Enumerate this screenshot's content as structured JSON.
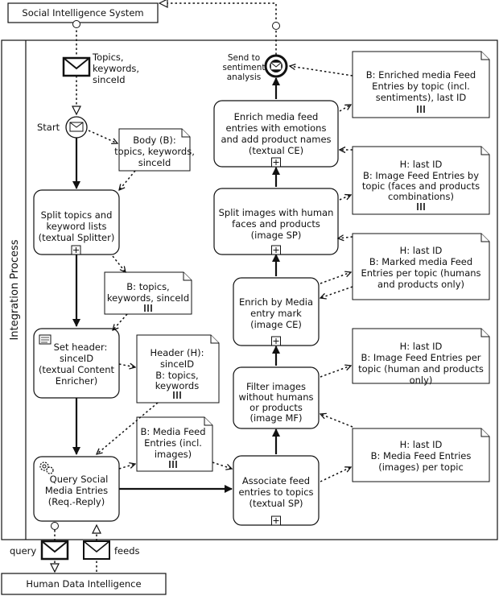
{
  "pools": {
    "top": "Social Intelligence System",
    "main": "Integration Process",
    "bottom": "Human Data Intelligence"
  },
  "messages": {
    "in_line1": "Topics,",
    "in_line2": "keywords,",
    "in_line3": "sinceId",
    "query": "query",
    "feeds": "feeds"
  },
  "events": {
    "start": "Start",
    "send_line1": "Send to",
    "send_line2": "sentiment",
    "send_line3": "analysis"
  },
  "tasks": {
    "split_topics": [
      "Split topics and",
      "keyword lists",
      "(textual Splitter)"
    ],
    "set_header": [
      "Set header:",
      "sinceID",
      "(textual Content",
      "Enricher)"
    ],
    "query_social": [
      "Query Social",
      "Media Entries",
      "(Req.-Reply)"
    ],
    "associate": [
      "Associate feed",
      "entries to topics",
      "(textual SP)"
    ],
    "filter": [
      "Filter images",
      "without humans",
      "or products",
      "(image MF)"
    ],
    "enrich_media": [
      "Enrich by Media",
      "entry mark",
      "(image CE)"
    ],
    "split_images": [
      "Split images with human",
      "faces and products",
      "(image SP)"
    ],
    "enrich_emotions": [
      "Enrich media feed",
      "entries with emotions",
      "and add product names",
      "(textual CE)"
    ]
  },
  "data_objects": {
    "body": [
      "Body (B):",
      "topics, keywords,",
      "sinceId"
    ],
    "topics": [
      "B: topics,",
      "keywords, sinceId"
    ],
    "header": [
      "Header (H):",
      "sinceID",
      "B: topics,",
      "keywords"
    ],
    "media_feed": [
      "B: Media Feed",
      "Entries (incl.",
      "images)"
    ],
    "enriched": [
      "B: Enriched media Feed",
      "Entries by topic (incl.",
      "sentiments), last ID"
    ],
    "combos": [
      "H: last ID",
      "B: Image Feed Entries by",
      "topic (faces and products",
      "combinations)"
    ],
    "marked": [
      "H: last ID",
      "B: Marked media Feed",
      "Entries per topic (humans",
      "and products only)"
    ],
    "image_topic": [
      "H: last ID",
      "B: Image Feed Entries per",
      "topic (human and products",
      "only)"
    ],
    "feed_images": [
      "H: last ID",
      "B: Media Feed Entries",
      "(images) per topic"
    ]
  }
}
